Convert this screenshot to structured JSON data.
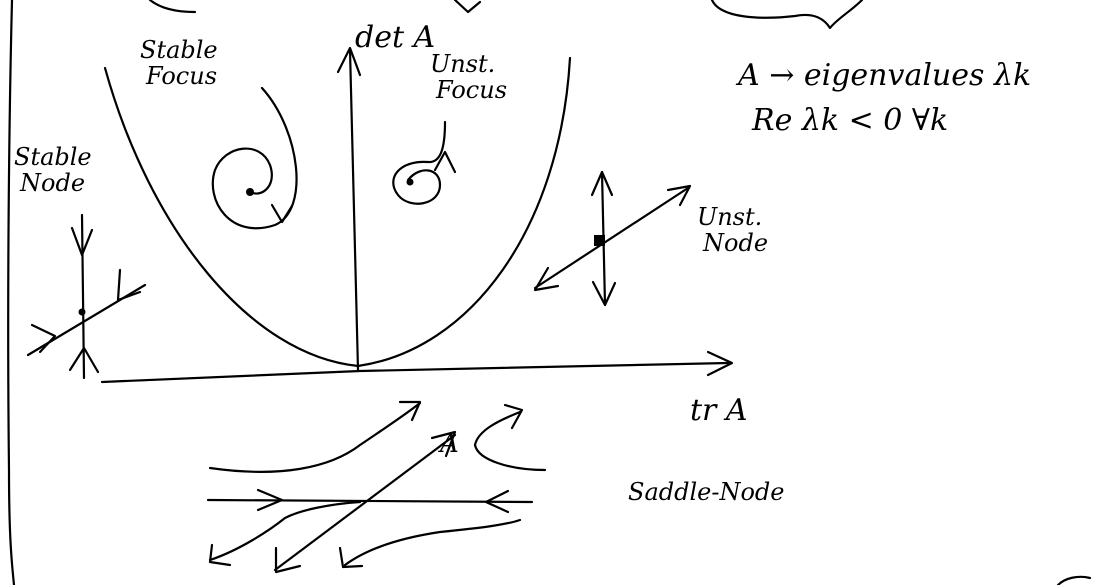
{
  "diagram": {
    "axes": {
      "x_label": "tr A",
      "y_label": "det A"
    },
    "regions": {
      "stable_focus": "Stable Focus",
      "unstable_focus": "Unst. Focus",
      "stable_node": "Stable Node",
      "unstable_node": "Unst. Node",
      "saddle_node": "Saddle-Node"
    },
    "saddle_marker": "A",
    "notes": {
      "line1": "A → eigenvalues λk",
      "line2": "Re λk < 0   ∀k"
    }
  }
}
